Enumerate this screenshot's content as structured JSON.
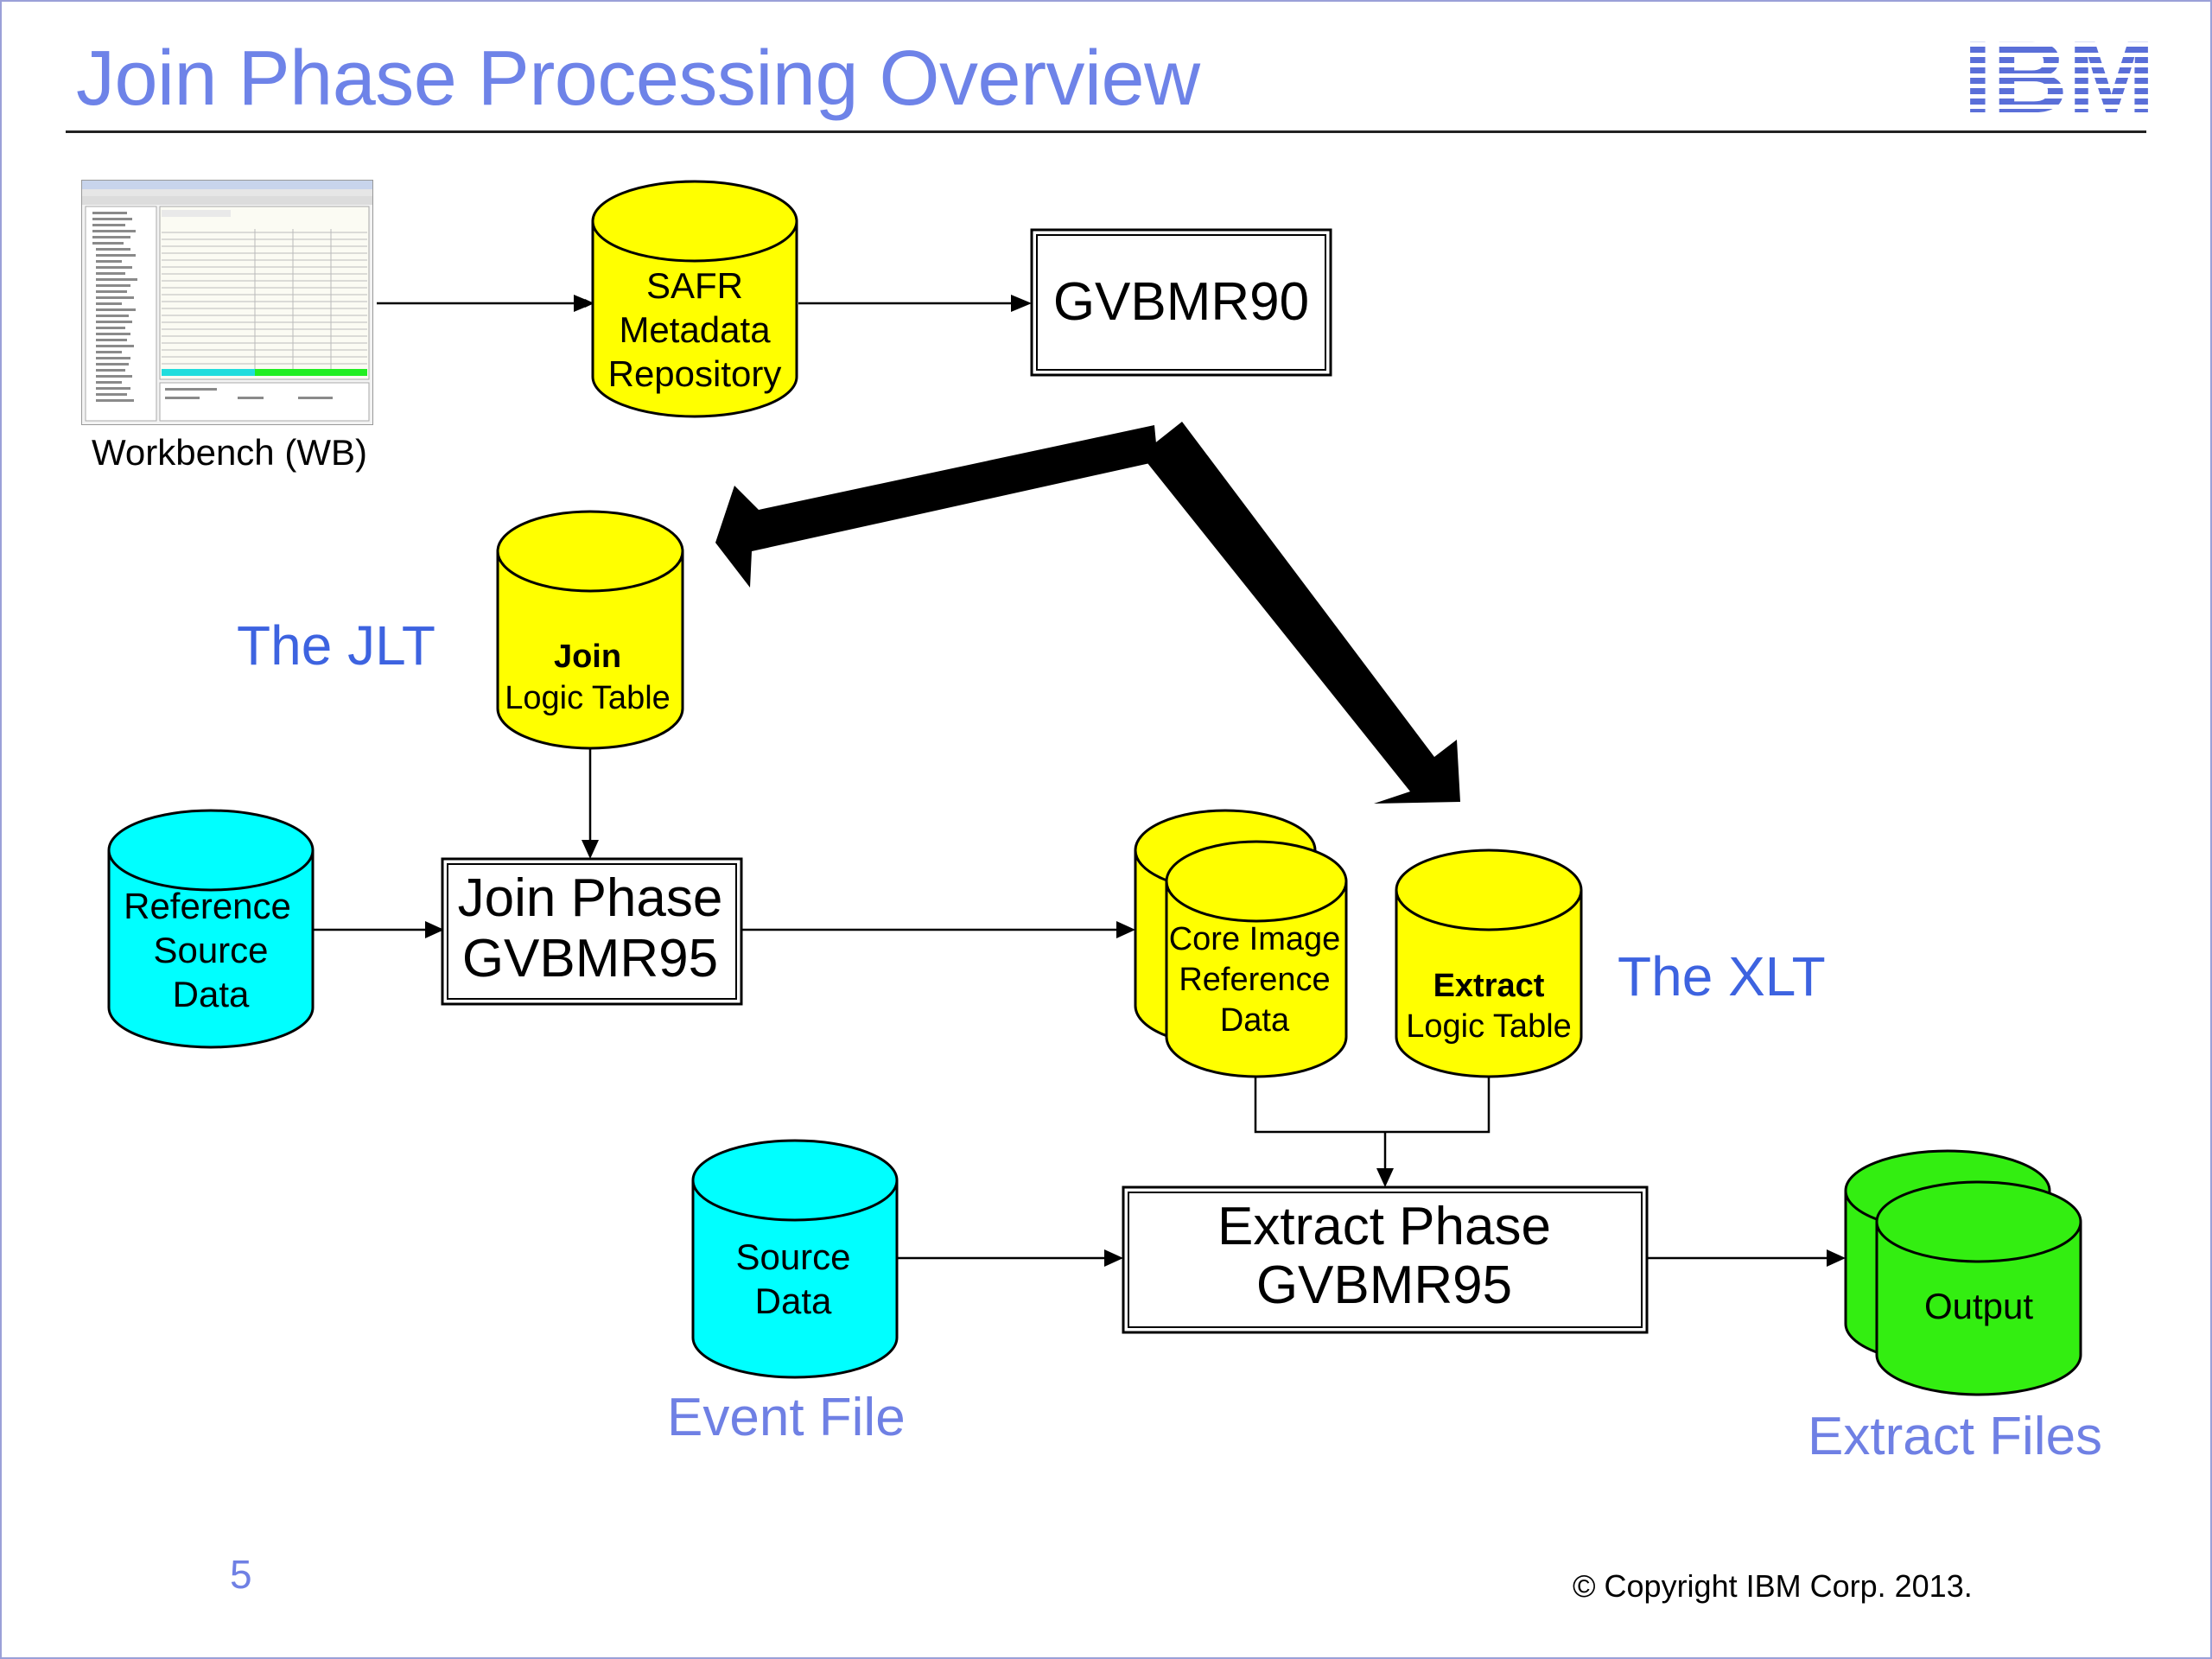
{
  "slide": {
    "title": "Join Phase Processing Overview",
    "page_number": "5",
    "copyright": "© Copyright IBM Corp. 2013.",
    "logo": "IBM"
  },
  "workbench": {
    "caption": "Workbench (WB)"
  },
  "nodes": {
    "safr_repo": [
      "SAFR",
      "Metadata",
      "Repository"
    ],
    "gvbmr90": "GVBMR90",
    "join_logic_table": {
      "bold": "Join",
      "rest": "Logic Table"
    },
    "reference_source_data": [
      "Reference",
      "Source",
      "Data"
    ],
    "join_phase": [
      "Join Phase",
      "GVBMR95"
    ],
    "core_image": [
      "Core Image",
      "Reference",
      "Data"
    ],
    "extract_logic_table": {
      "bold": "Extract",
      "rest": "Logic Table"
    },
    "source_data": [
      "Source",
      "Data"
    ],
    "extract_phase": [
      "Extract Phase",
      "GVBMR95"
    ],
    "output": "Output"
  },
  "annotations": {
    "jlt": "The JLT",
    "xlt": "The XLT",
    "event_file": "Event File",
    "extract_files": "Extract Files"
  },
  "colors": {
    "title_blue": "#6e83e8",
    "label_blue": "#3d63e0",
    "yellow": "#ffff00",
    "cyan": "#00ffff",
    "green": "#33ee11"
  }
}
